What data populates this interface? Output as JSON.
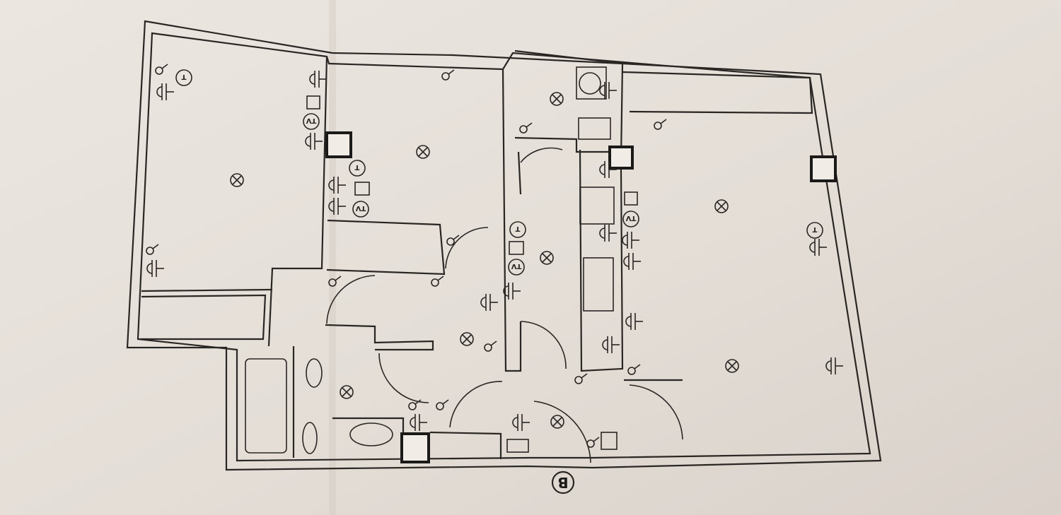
{
  "labels": {
    "tv": "TV",
    "phone": "T",
    "entrance": "B"
  },
  "colors": {
    "paper": "#e6e0da",
    "ink": "#2a2624"
  }
}
